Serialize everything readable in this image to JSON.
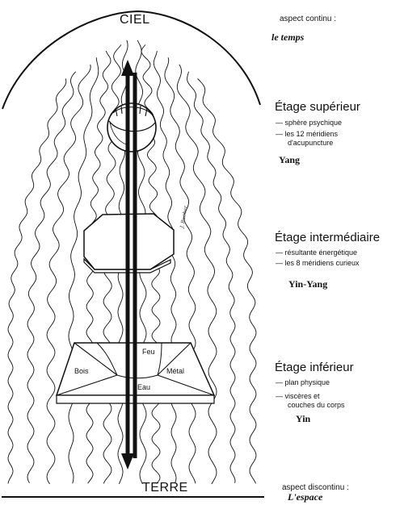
{
  "diagram": {
    "top_label": "CIEL",
    "bottom_label": "TERRE",
    "aspects": [
      {
        "heading": "aspect continu :",
        "value": "le temps"
      },
      {
        "heading": "aspect discontinu :",
        "value": "L'espace"
      }
    ],
    "stages": [
      {
        "title": "Étage supérieur",
        "items": [
          "— sphère psychique",
          "— les 12 méridiens",
          "d'acupuncture"
        ],
        "principle": "Yang"
      },
      {
        "title": "Étage intermédiaire",
        "items": [
          "— résultante énergétique",
          "— les 8 méridiens curieux"
        ],
        "principle": "Yin-Yang"
      },
      {
        "title": "Étage inférieur",
        "items": [
          "— plan physique",
          "— viscères et",
          "couches du corps"
        ],
        "principle": "Yin"
      }
    ],
    "elements": {
      "fire": "Feu",
      "wood": "Bois",
      "metal": "Métal",
      "water": "Eau"
    },
    "signature": "J. Rucher",
    "colors": {
      "ink": "#111111",
      "paper": "#ffffff"
    }
  }
}
